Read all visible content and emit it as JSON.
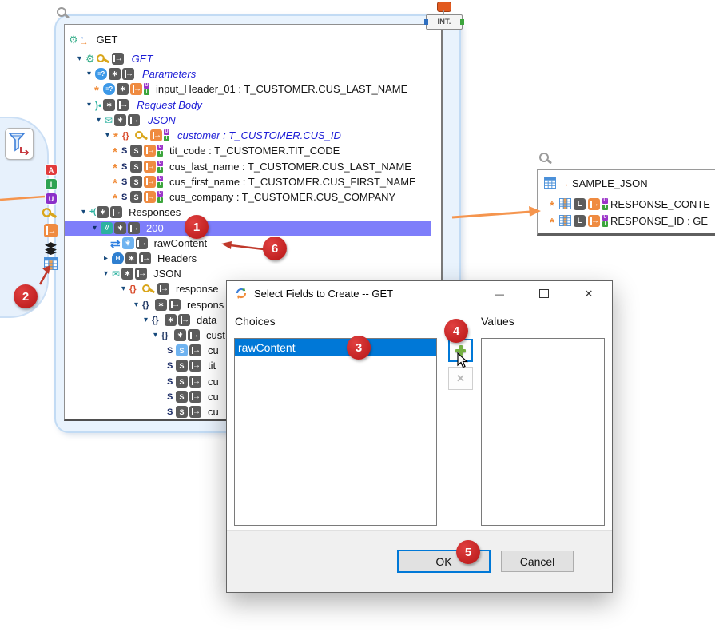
{
  "colors": {
    "tree_selection": "#7e7efa",
    "list_selection": "#0078d7",
    "connector_orange": "#f5954e",
    "annotation_red": "#bf1d1d",
    "card_background": "#e9f3fd",
    "structure_text_blue": "#1d1dd6",
    "mapped_export_orange": "#ef8b41",
    "type_teal": "#2cb2a0"
  },
  "icons": {
    "caret_down": "▾",
    "caret_right": "▸",
    "asterisk": "*",
    "gear": "⚙",
    "swap_left": "←",
    "swap_right": "→",
    "swap_horizontal": "⇄",
    "envelope": "✉",
    "braces": "{}",
    "s_letter": "S",
    "l_letter": "L",
    "h_letter": "H",
    "eq_question": "=?",
    "slashes": "//",
    "responses_glyph": "+(",
    "body_glyph": ")•",
    "export_arrow": "→",
    "star": "∗",
    "badge_u": "U",
    "badge_i": "I",
    "orange_arrow": "→",
    "a_letter": "A",
    "i_letter": "I",
    "u_letter": "U"
  },
  "canvas": {
    "int_label": "INT."
  },
  "tree": {
    "rows": [
      "GET",
      "GET",
      "Parameters",
      "input_Header_01 : T_CUSTOMER.CUS_LAST_NAME",
      "Request Body",
      "JSON",
      "customer : T_CUSTOMER.CUS_ID",
      "tit_code : T_CUSTOMER.TIT_CODE",
      "cus_last_name : T_CUSTOMER.CUS_LAST_NAME",
      "cus_first_name : T_CUSTOMER.CUS_FIRST_NAME",
      "cus_company : T_CUSTOMER.CUS_COMPANY",
      "Responses",
      "200",
      "rawContent",
      "Headers",
      "JSON",
      "response",
      "respons",
      "data",
      "cust",
      "cu",
      "tit",
      "cu",
      "cu",
      "cu"
    ]
  },
  "sample_panel": {
    "title": "SAMPLE_JSON",
    "rows": [
      "RESPONSE_CONTE",
      "RESPONSE_ID : GE"
    ]
  },
  "dialog": {
    "title": "Select Fields to Create -- GET",
    "choices_label": "Choices",
    "values_label": "Values",
    "choices": [
      "rawContent"
    ],
    "ok_label": "OK",
    "cancel_label": "Cancel",
    "window_controls": {
      "minimize": "—",
      "close": "✕"
    }
  },
  "annotations": [
    "1",
    "2",
    "3",
    "4",
    "5",
    "6"
  ]
}
